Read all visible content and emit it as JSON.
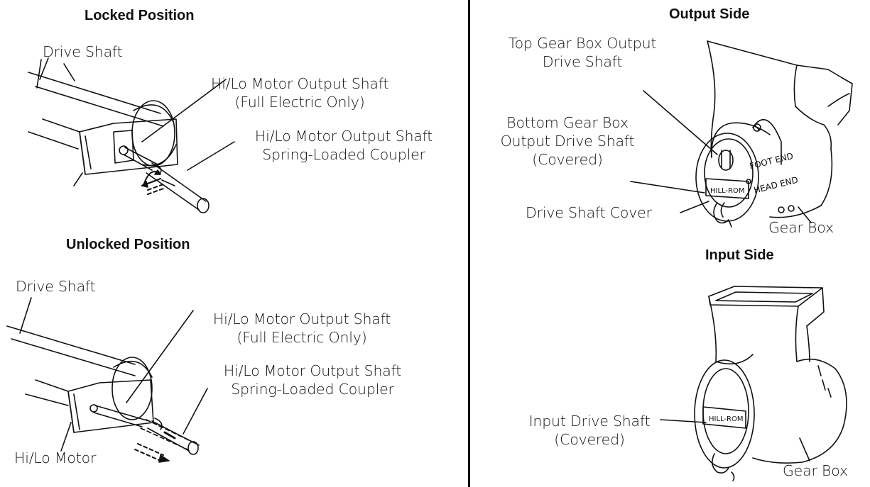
{
  "left": {
    "locked": {
      "title": "Locked Position",
      "drive_shaft": "Drive Shaft",
      "motor_output_shaft": [
        "Hi/Lo Motor Output Shaft",
        "(Full Electric Only)"
      ],
      "coupler": [
        "Hi/Lo Motor Output Shaft",
        "Spring-Loaded Coupler"
      ]
    },
    "unlocked": {
      "title": "Unlocked Position",
      "drive_shaft": "Drive Shaft",
      "motor_output_shaft": [
        "Hi/Lo Motor Output Shaft",
        "(Full Electric Only)"
      ],
      "coupler": [
        "Hi/Lo Motor Output Shaft",
        "Spring-Loaded Coupler"
      ],
      "motor": "Hi/Lo Motor"
    }
  },
  "right": {
    "output_side": {
      "title": "Output Side",
      "top_shaft": [
        "Top Gear Box Output",
        "Drive Shaft"
      ],
      "bottom_shaft": [
        "Bottom Gear Box",
        "Output Drive Shaft",
        "(Covered)"
      ],
      "cover": "Drive Shaft Cover",
      "gear_box": "Gear Box",
      "foot_end": "FOOT END",
      "head_end": "HEAD END"
    },
    "input_side": {
      "title": "Input Side",
      "input_shaft": [
        "Input Drive Shaft",
        "(Covered)"
      ],
      "gear_box": "Gear Box"
    }
  }
}
